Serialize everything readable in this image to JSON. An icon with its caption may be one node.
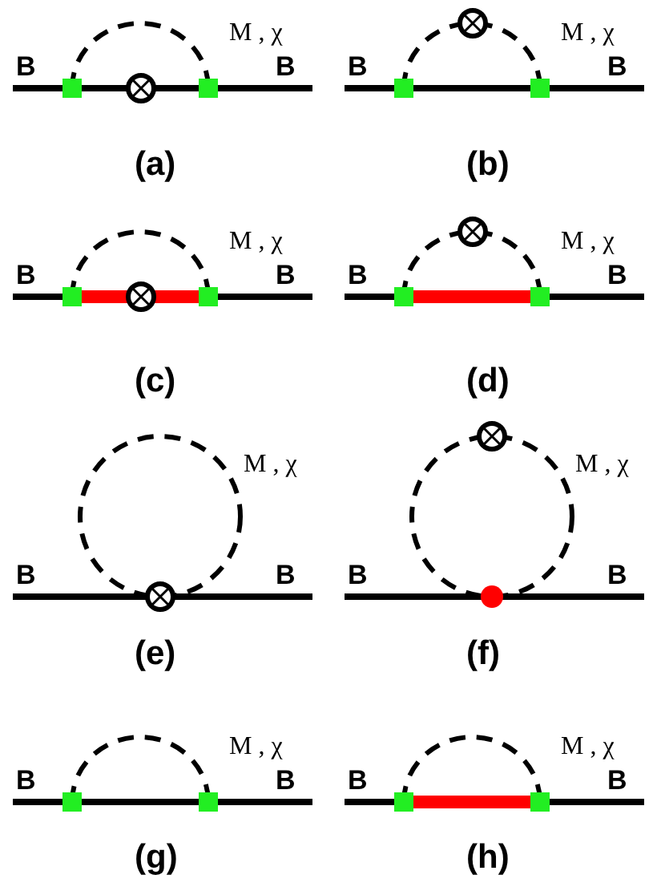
{
  "diagram": {
    "labels": [
      "M , χ",
      "B",
      "B",
      "(a)",
      "M , χ",
      "B",
      "B",
      "(b)",
      "M , χ",
      "B",
      "B",
      "(c)",
      "M , χ",
      "B",
      "B",
      "(d)",
      "M , χ",
      "B",
      "B",
      "(e)",
      "M , χ",
      "B",
      "B",
      "(f)",
      "M , χ",
      "B",
      "B",
      "(g)",
      "M , χ",
      "B",
      "B",
      "(h)"
    ]
  }
}
